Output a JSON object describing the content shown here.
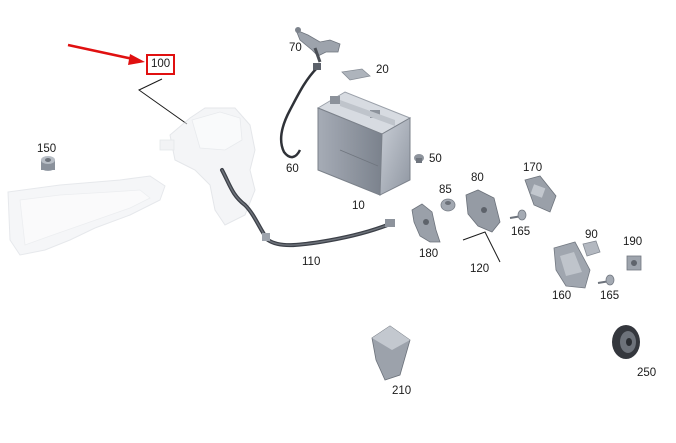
{
  "diagram": {
    "highlight_color": "#e01010",
    "highlighted_part": "100",
    "parts": [
      {
        "id": "p100",
        "label": "100"
      },
      {
        "id": "p150",
        "label": "150"
      },
      {
        "id": "p70",
        "label": "70"
      },
      {
        "id": "p20",
        "label": "20"
      },
      {
        "id": "p60",
        "label": "60"
      },
      {
        "id": "p50",
        "label": "50"
      },
      {
        "id": "p10",
        "label": "10"
      },
      {
        "id": "p85",
        "label": "85"
      },
      {
        "id": "p80",
        "label": "80"
      },
      {
        "id": "p170",
        "label": "170"
      },
      {
        "id": "p165a",
        "label": "165"
      },
      {
        "id": "p180",
        "label": "180"
      },
      {
        "id": "p120",
        "label": "120"
      },
      {
        "id": "p110",
        "label": "110"
      },
      {
        "id": "p90",
        "label": "90"
      },
      {
        "id": "p190",
        "label": "190"
      },
      {
        "id": "p160",
        "label": "160"
      },
      {
        "id": "p165b",
        "label": "165"
      },
      {
        "id": "p210",
        "label": "210"
      },
      {
        "id": "p250",
        "label": "250"
      }
    ]
  }
}
